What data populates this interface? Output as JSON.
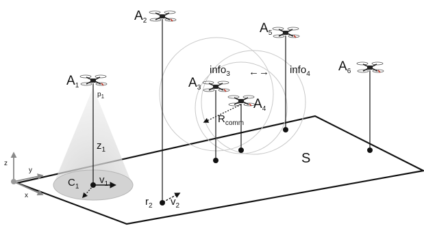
{
  "axes": {
    "z": "z",
    "y": "y",
    "x": "x"
  },
  "surface_label": "S",
  "agents": [
    {
      "id": "A",
      "sub": "1"
    },
    {
      "id": "A",
      "sub": "2"
    },
    {
      "id": "A",
      "sub": "3"
    },
    {
      "id": "A",
      "sub": "4"
    },
    {
      "id": "A",
      "sub": "5"
    },
    {
      "id": "A",
      "sub": "6"
    }
  ],
  "labels": {
    "p1": {
      "base": "p",
      "sub": "1"
    },
    "z1": {
      "base": "z",
      "sub": "1"
    },
    "c1": {
      "base": "C",
      "sub": "1"
    },
    "v1": {
      "base": "v",
      "sub": "1"
    },
    "r2": {
      "base": "r",
      "sub": "2"
    },
    "v2": {
      "base": "v",
      "sub": "2"
    },
    "info3": {
      "base": "info",
      "sub": "3"
    },
    "info4": {
      "base": "info",
      "sub": "4"
    },
    "rcomm": {
      "base": "R",
      "sub": "comm"
    }
  },
  "exchange_arrow": "←→",
  "colors": {
    "line": "#111111",
    "cone": "#d9d9d9",
    "ellipse": "#cfcfcf",
    "circle": "#c8c8c8",
    "axis": "#888888",
    "prop_red": "#c0392b"
  }
}
